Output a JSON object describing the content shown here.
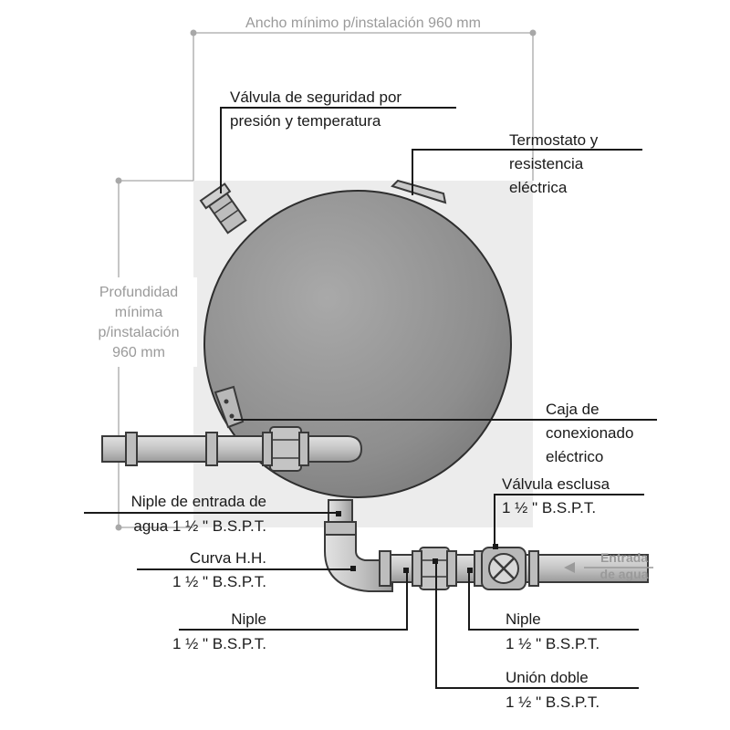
{
  "dimensions": {
    "width_label": "Ancho mínimo p/instalación 960 mm",
    "depth_label": [
      "Profundidad",
      "mínima",
      "p/instalación",
      "960 mm"
    ]
  },
  "labels": {
    "safety_valve": [
      "Válvula de seguridad por",
      "presión y temperatura"
    ],
    "thermostat": [
      "Termostato y",
      "resistencia",
      "eléctrica"
    ],
    "junction_box": [
      "Caja de",
      "conexionado",
      "eléctrico"
    ],
    "gate_valve": [
      "Válvula esclusa",
      "1 ½ \" B.S.P.T."
    ],
    "inlet_nipple": [
      "Niple de entrada de",
      "agua 1 ½ \" B.S.P.T."
    ],
    "elbow": [
      "Curva H.H.",
      "1 ½ \" B.S.P.T."
    ],
    "nipple_left": [
      "Niple",
      "1 ½ \" B.S.P.T."
    ],
    "nipple_right": [
      "Niple",
      "1 ½ \" B.S.P.T."
    ],
    "double_union": [
      "Unión doble",
      "1 ½ \" B.S.P.T."
    ],
    "water_inlet": [
      "Entrada",
      "de agua"
    ]
  }
}
